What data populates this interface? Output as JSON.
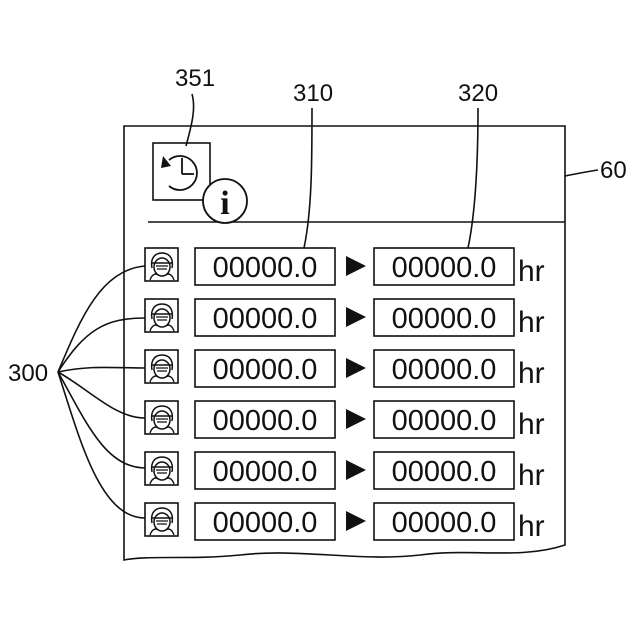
{
  "callouts": {
    "history_icon": "351",
    "before_column": "310",
    "after_column": "320",
    "screen": "60",
    "operator_icons": "300"
  },
  "info_glyph": "i",
  "rows": [
    {
      "before": "00000.0",
      "after": "00000.0",
      "unit": "hr"
    },
    {
      "before": "00000.0",
      "after": "00000.0",
      "unit": "hr"
    },
    {
      "before": "00000.0",
      "after": "00000.0",
      "unit": "hr"
    },
    {
      "before": "00000.0",
      "after": "00000.0",
      "unit": "hr"
    },
    {
      "before": "00000.0",
      "after": "00000.0",
      "unit": "hr"
    },
    {
      "before": "00000.0",
      "after": "00000.0",
      "unit": "hr"
    }
  ],
  "icons": {
    "history": "clock-history-icon",
    "info": "info-icon",
    "operator": "worker-helmet-icon",
    "arrow": "triangle-right-icon"
  }
}
